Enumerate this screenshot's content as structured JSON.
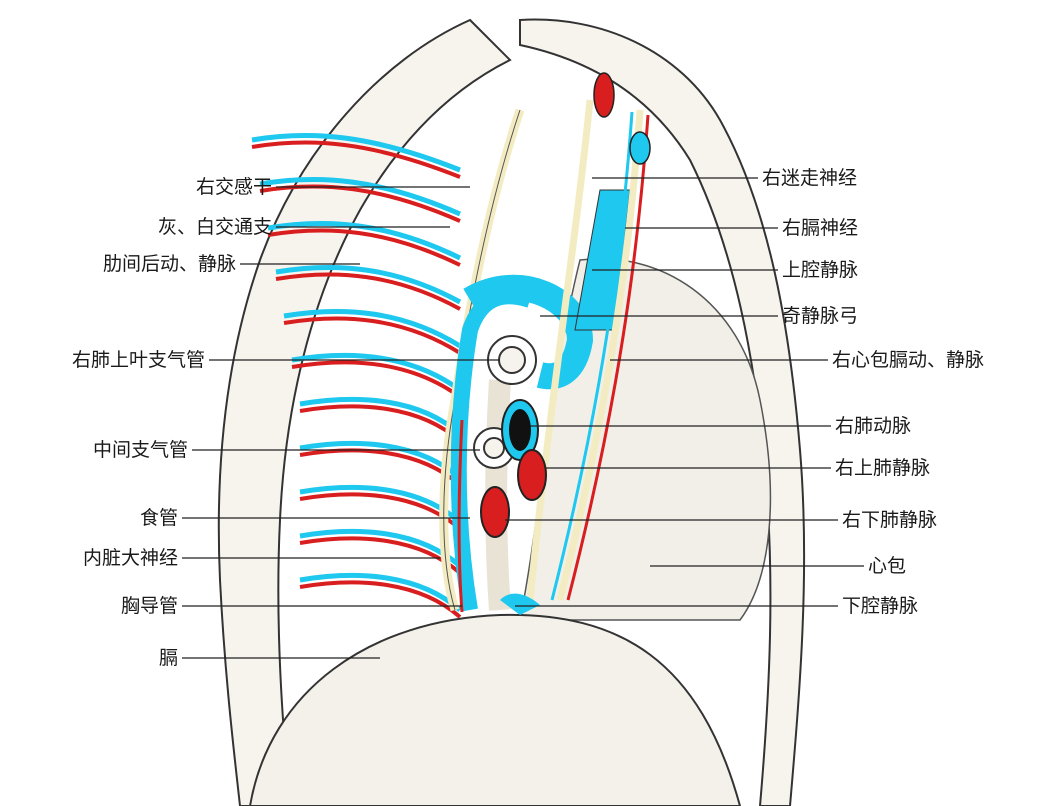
{
  "labels_left": [
    "右交感干",
    "灰、白交通支",
    "肋间后动、静脉",
    "右肺上叶支气管",
    "中间支气管",
    "食管",
    "内脏大神经",
    "胸导管",
    "膈"
  ],
  "labels_right": [
    "右迷走神经",
    "右膈神经",
    "上腔静脉",
    "奇静脉弓",
    "右心包膈动、静脉",
    "右肺动脉",
    "右上肺静脉",
    "右下肺静脉",
    "心包",
    "下腔静脉"
  ],
  "colors": {
    "vein": "#1ec8ee",
    "artery": "#d81e1e",
    "nerve": "#f3ecc2",
    "outline": "#222222"
  }
}
